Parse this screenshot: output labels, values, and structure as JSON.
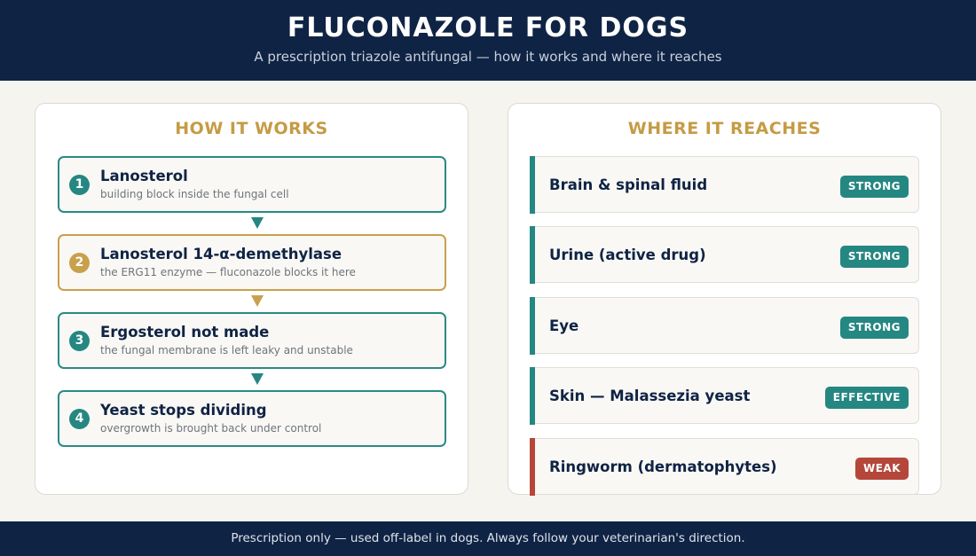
{
  "header": {
    "title": "FLUCONAZOLE FOR DOGS",
    "subtitle": "A prescription triazole antifungal — how it works and where it reaches"
  },
  "how_it_works": {
    "title": "HOW IT WORKS",
    "steps": [
      {
        "number": "1",
        "title": "Lanosterol",
        "description": "building block inside the fungal cell",
        "accent": "#258782"
      },
      {
        "number": "2",
        "title": "Lanosterol 14-α-demethylase",
        "description": "the ERG11 enzyme — fluconazole blocks it here",
        "accent": "#c9a04c"
      },
      {
        "number": "3",
        "title": "Ergosterol not made",
        "description": "the fungal membrane is left leaky and unstable",
        "accent": "#258782"
      },
      {
        "number": "4",
        "title": "Yeast stops dividing",
        "description": "overgrowth is brought back under control",
        "accent": "#258782"
      }
    ]
  },
  "where_it_reaches": {
    "title": "WHERE IT REACHES",
    "sites": [
      {
        "label": "Brain & spinal fluid",
        "badge": "STRONG",
        "color": "#258782"
      },
      {
        "label": "Urine (active drug)",
        "badge": "STRONG",
        "color": "#258782"
      },
      {
        "label": "Eye",
        "badge": "STRONG",
        "color": "#258782"
      },
      {
        "label": "Skin — Malassezia yeast",
        "badge": "EFFECTIVE",
        "color": "#258782"
      },
      {
        "label": "Ringworm (dermatophytes)",
        "badge": "WEAK",
        "color": "#b5473a"
      }
    ]
  },
  "footer": {
    "note": "Prescription only — used off-label in dogs. Always follow your veterinarian's direction."
  },
  "colors": {
    "navy": "#0f2344",
    "teal": "#258782",
    "gold": "#c9a04c",
    "red": "#b5473a"
  }
}
